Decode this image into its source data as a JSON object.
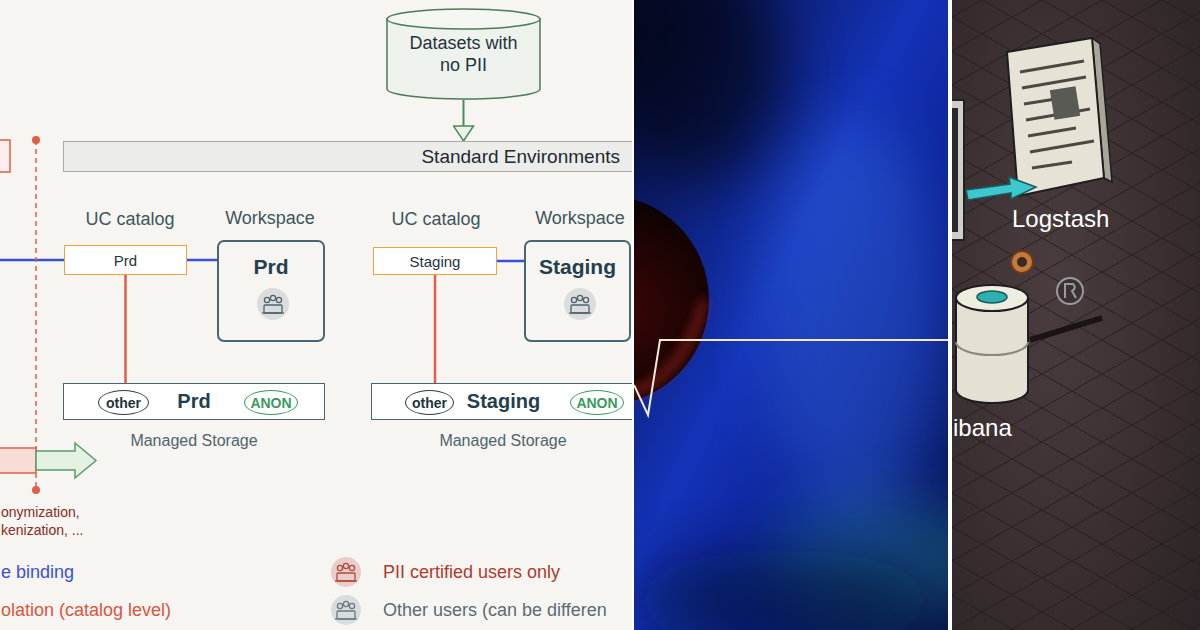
{
  "diagram": {
    "nodes": [
      {
        "text": [
          "Datasets with no PII"
        ]
      },
      {
        "text": [
          "Standard Environments"
        ]
      },
      {
        "text": [
          "Prd"
        ]
      },
      {
        "text": [
          "Prd"
        ]
      },
      {
        "text": [
          "Staging"
        ]
      },
      {
        "text": [
          "Staging"
        ]
      },
      {
        "text": [
          "Prd"
        ]
      },
      {
        "text": [
          "other"
        ],
        "in": 6
      },
      {
        "text": [
          "ANON"
        ],
        "in": 6
      },
      {
        "text": [
          "Staging"
        ]
      },
      {
        "text": [
          "other"
        ],
        "in": 9
      },
      {
        "text": [
          "ANON"
        ],
        "in": 9
      }
    ],
    "edges": [
      {
        "from": 0,
        "to": 1,
        "arrow": "to"
      },
      {
        "from": 2,
        "to": 3,
        "arrow": "none"
      },
      {
        "from": 2,
        "to": 6,
        "arrow": "none"
      },
      {
        "from": 4,
        "to": 5,
        "arrow": "none"
      },
      {
        "from": 4,
        "to": 9,
        "arrow": "none"
      }
    ],
    "labels": [
      "UC catalog",
      "Workspace",
      "UC catalog",
      "Workspace",
      "Logstash",
      "ibana",
      "Managed Storage",
      "Managed Storage",
      "onymization, kenization, ..."
    ],
    "legend": [
      {
        "text": "e binding"
      },
      {
        "text": "olation (catalog level)"
      },
      {
        "text": "PII certified users only",
        "color": "#e8cdc8"
      },
      {
        "text": "Other users (can be differen",
        "color": "#d9dcdc"
      }
    ]
  }
}
